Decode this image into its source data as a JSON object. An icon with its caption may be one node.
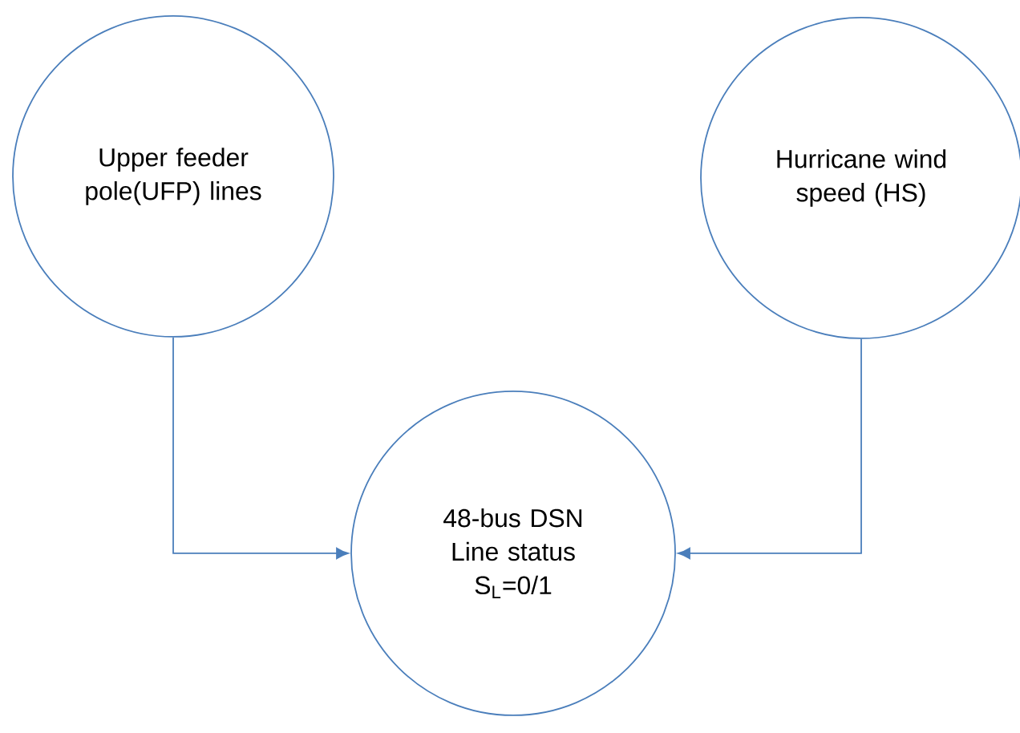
{
  "diagram": {
    "nodes": [
      {
        "text": [
          "Upper feeder pole(UFP) lines"
        ]
      },
      {
        "text": [
          "Hurricane wind speed (HS)"
        ]
      },
      {
        "text": [
          "48-bus DSN Line status",
          "S$_{L}$=0/1"
        ]
      }
    ],
    "edges": [
      {
        "from": 0,
        "to": 2,
        "arrow": "to"
      },
      {
        "from": 1,
        "to": 2,
        "arrow": "to"
      }
    ]
  }
}
